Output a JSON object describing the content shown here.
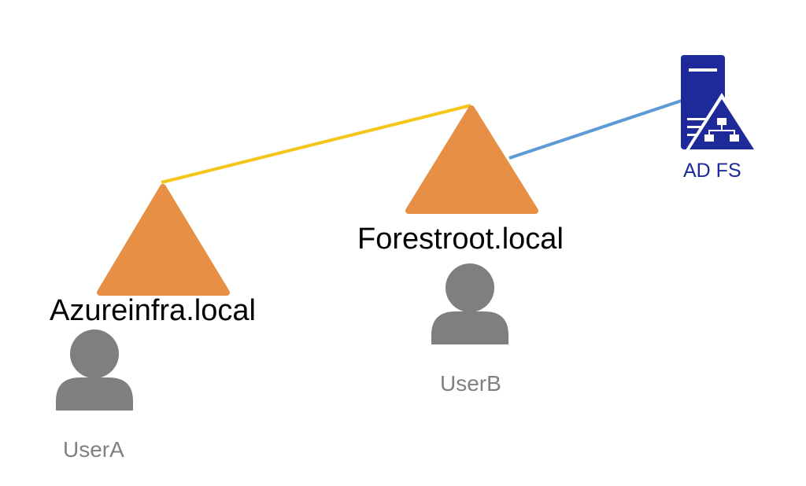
{
  "colors": {
    "forest_triangle": "#e68f45",
    "trust_link": "#f5c518",
    "adfs_link": "#5b9bd5",
    "adfs_server": "#1e2a99",
    "user_icon": "#7f7f7f",
    "domain_text": "#000000",
    "user_text": "#808080"
  },
  "forests": [
    {
      "domain": "Azureinfra.local",
      "user": "UserA"
    },
    {
      "domain": "Forestroot.local",
      "user": "UserB"
    }
  ],
  "adfs": {
    "label": "AD FS",
    "icon": "adfs-server-icon"
  },
  "icons": {
    "forest": "triangle",
    "user": "person-icon"
  }
}
